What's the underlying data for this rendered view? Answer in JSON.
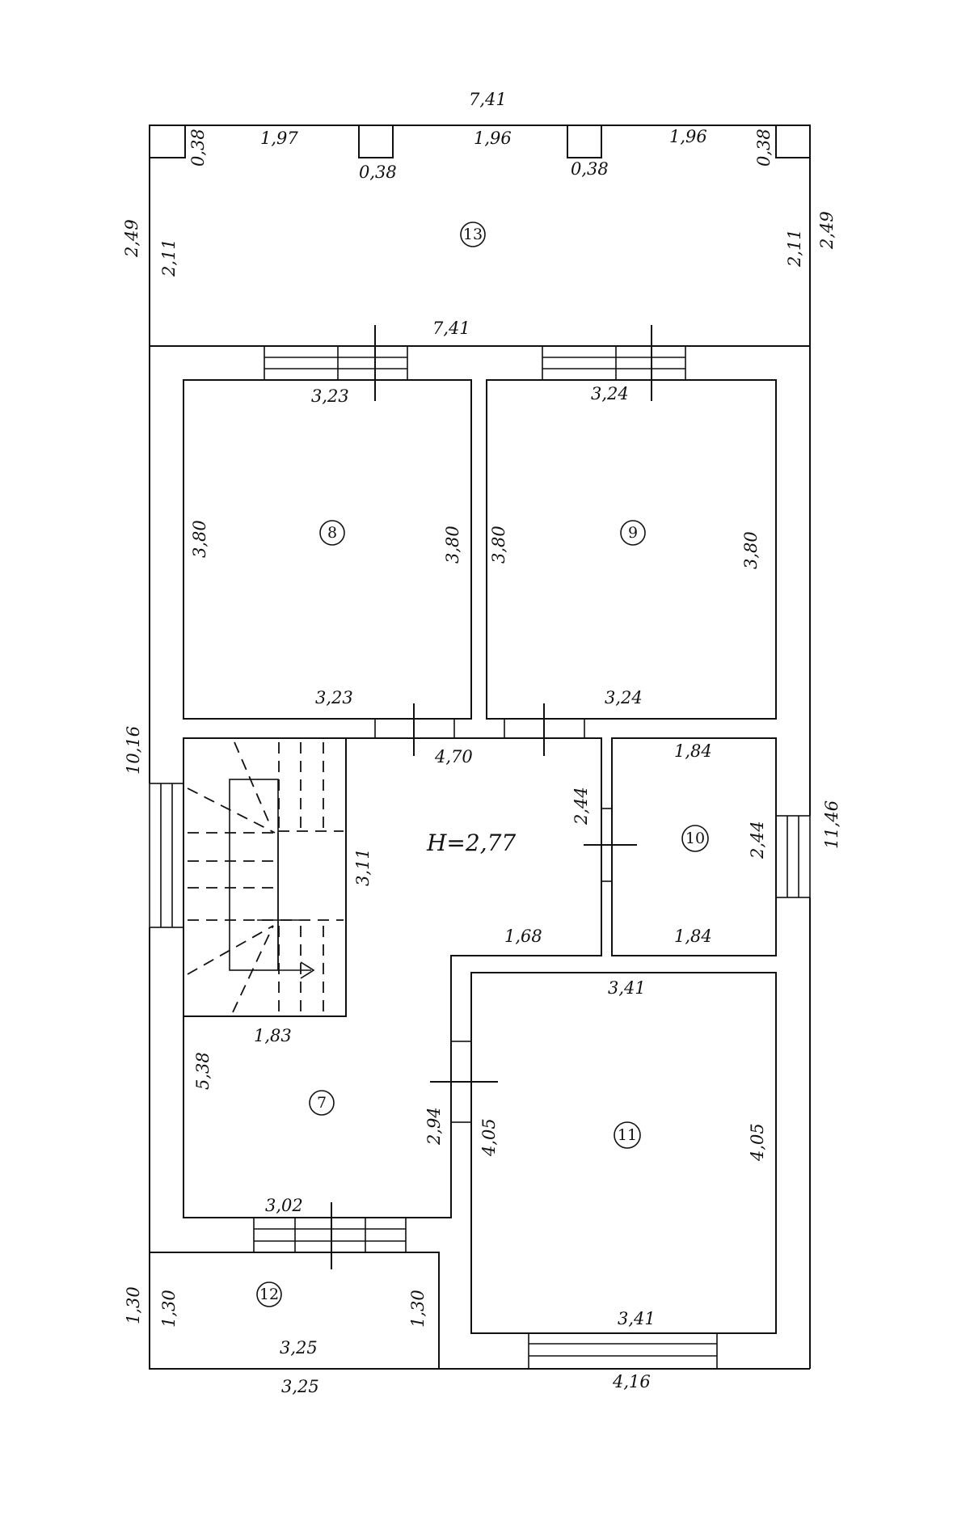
{
  "plan": {
    "height_label": "H=2,77",
    "rooms": {
      "r7": "7",
      "r8": "8",
      "r9": "9",
      "r10": "10",
      "r11": "11",
      "r12": "12",
      "r13": "13"
    },
    "dims": {
      "terrace_top_width": "7,41",
      "terrace_left_seg": "1,97",
      "terrace_mid_seg_1": "1,96",
      "terrace_mid_seg_2": "1,96",
      "post_left_depth": "0,38",
      "post_2_width": "0,38",
      "post_3_width": "0,38",
      "post_right_depth": "0,38",
      "terrace_left_outer": "2,49",
      "terrace_left_inner": "2,11",
      "terrace_right_inner": "2,11",
      "terrace_right_outer": "2,49",
      "terrace_bottom_width": "7,41",
      "r8_top": "3,23",
      "r9_top": "3,24",
      "r8_left": "3,80",
      "r8_right": "3,80",
      "r9_left": "3,80",
      "r9_right": "3,80",
      "r8_bottom": "3,23",
      "r9_bottom": "3,24",
      "overall_left": "10,16",
      "hall_top": "4,70",
      "r10_top": "1,84",
      "hall_right_upper": "2,44",
      "r10_left": "2,44",
      "overall_right": "11,46",
      "stair_depth": "3,11",
      "hall_step": "1,68",
      "r10_bottom": "1,84",
      "r11_top": "3,41",
      "stair_width": "1,83",
      "hall_left": "5,38",
      "hall_right_lower": "2,94",
      "r11_left": "4,05",
      "r11_right": "4,05",
      "hall_bottom": "3,02",
      "r12_outer": "1,30",
      "r12_left": "1,30",
      "r12_right": "1,30",
      "r11_bottom": "3,41",
      "r12_inner_width": "3,25",
      "r12_outer_width": "3,25",
      "window_bottom": "4,16"
    }
  }
}
